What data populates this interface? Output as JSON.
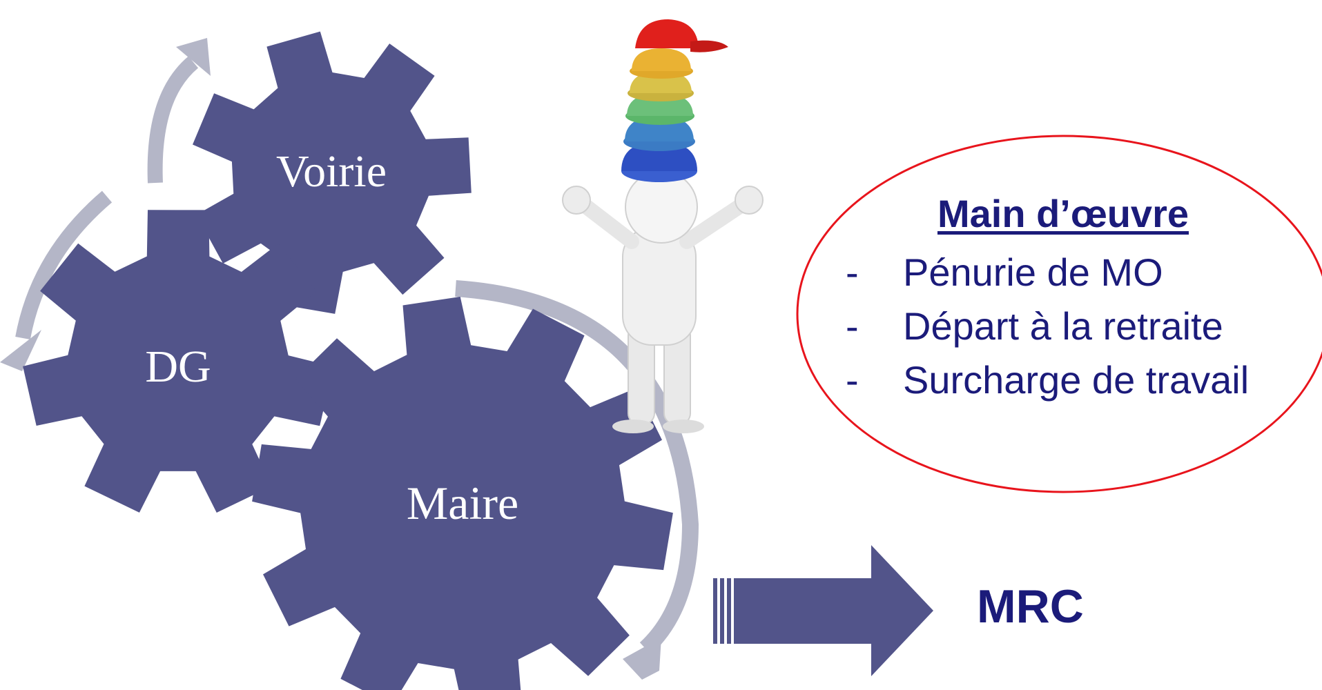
{
  "gears": {
    "voirie": "Voirie",
    "dg": "DG",
    "maire": "Maire"
  },
  "main_doeuvre": {
    "title": "Main d’œuvre",
    "bullet_marker": "-",
    "items": [
      "Pénurie de MO",
      "Départ à la retraite",
      "Surcharge de travail"
    ]
  },
  "mrc_label": "MRC",
  "colors": {
    "gear_fill": "#52548a",
    "cycle_arrow": "#b4b6c7",
    "text_navy": "#1b1b7a",
    "oval_border": "#e8141c"
  },
  "figure_icon": "stick-figure-with-stacked-caps"
}
